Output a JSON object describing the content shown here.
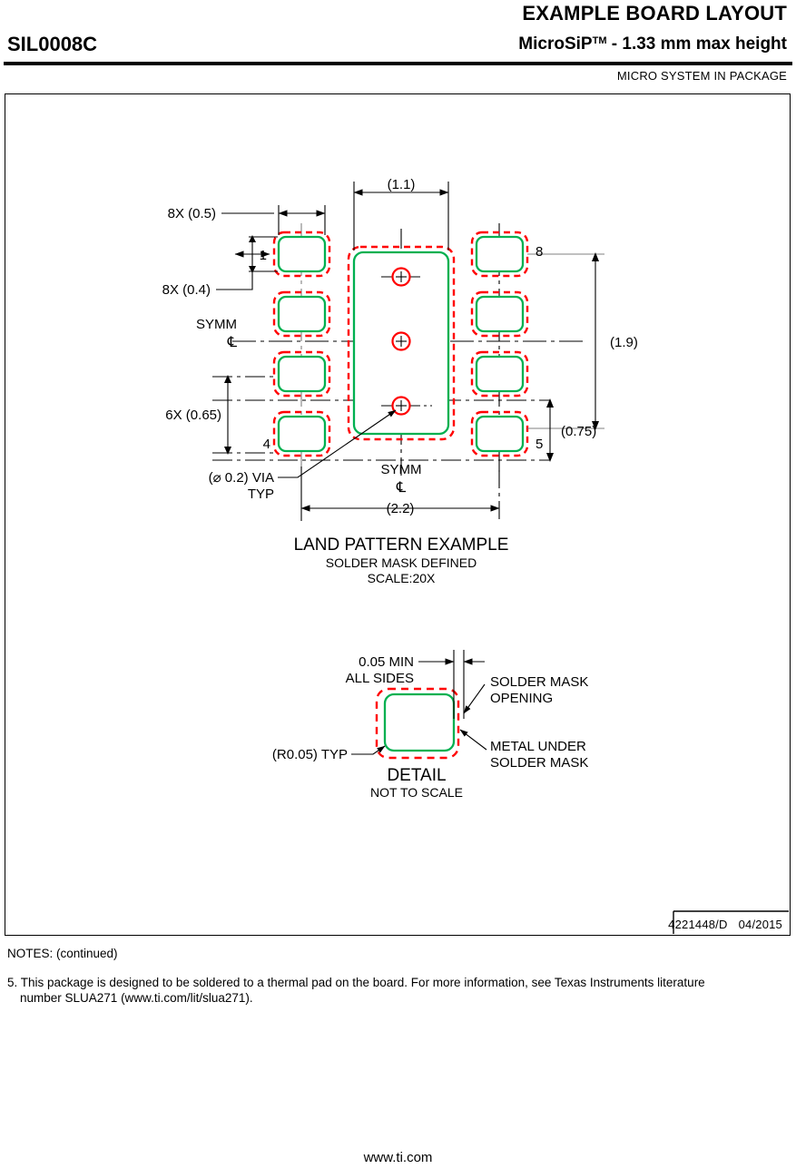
{
  "header": {
    "title": "EXAMPLE BOARD LAYOUT",
    "part_number": "SIL0008C",
    "package_name": "MicroSiP",
    "package_tm": "TM",
    "package_height": "- 1.33 mm max height",
    "subtitle": "MICRO SYSTEM IN PACKAGE"
  },
  "land_pattern": {
    "title": "LAND  PATTERN EXAMPLE",
    "subtitle1": "SOLDER MASK DEFINED",
    "subtitle2": "SCALE:20X",
    "dimensions": {
      "pad_pitch_x": "8X (0.5)",
      "pad_height": "8X (0.4)",
      "pad_pitch_y": "6X (0.65)",
      "thermal_width": "(1.1)",
      "thermal_height_note": "(0.75)",
      "overall_height": "(1.9)",
      "overall_width": "(2.2)"
    },
    "labels": {
      "symm_left": "SYMM",
      "symm_bottom": "SYMM",
      "symm_glyph": "℄",
      "via_line1": "(⌀ 0.2) VIA",
      "via_line2": "TYP"
    },
    "pin_numbers": {
      "pin1": "1",
      "pin4": "4",
      "pin5": "5",
      "pin8": "8"
    }
  },
  "detail": {
    "title": "DETAIL",
    "subtitle": "NOT TO SCALE",
    "dim_line1": "0.05 MIN",
    "dim_line2": "ALL SIDES",
    "radius_note": "(R0.05) TYP",
    "callout_mask_line1": "SOLDER MASK",
    "callout_mask_line2": "OPENING",
    "callout_metal_line1": "METAL UNDER",
    "callout_metal_line2": "SOLDER MASK"
  },
  "doc": {
    "number": "4221448/D",
    "date": "04/2015"
  },
  "notes": {
    "heading": "NOTES: (continued)",
    "item5_num": "5.",
    "item5_line1": "This package is designed to be soldered to a thermal pad on the board. For more information, see Texas Instruments literature",
    "item5_line2": "number SLUA271 (www.ti.com/lit/slua271)."
  },
  "footer": {
    "url": "www.ti.com"
  },
  "colors": {
    "metal_green": "#00b050",
    "solder_mask_red": "#ff0000",
    "line_black": "#000000",
    "center_line_gray": "#808080"
  }
}
